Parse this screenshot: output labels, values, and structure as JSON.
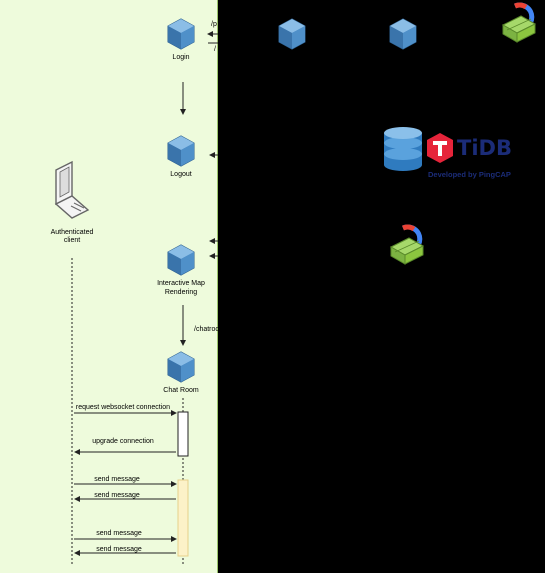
{
  "nodes": {
    "login": "Login",
    "logout": "Logout",
    "map": [
      "Interactive Map",
      "Rendering"
    ],
    "chat": "Chat Room",
    "client": [
      "Authenticated",
      "client"
    ]
  },
  "edges": {
    "login_top_partial": "/p",
    "login_bottom_partial": "/",
    "chatroom_partial": "/chatroo"
  },
  "messages": {
    "request_ws": "request websocket connection",
    "upgrade": "upgrade connection",
    "send1": "send message",
    "send2": "send message",
    "send3": "send message",
    "send4": "send message"
  },
  "logo": {
    "tidb_text": "TiDB",
    "tidb_sub": "Developed by PingCAP"
  },
  "colors": {
    "panel": "#eefbdc",
    "cube": "#4a8cc7",
    "db": "#2f7bbf",
    "tidb_red": "#e6243a",
    "tidb_blue": "#1b2c78",
    "gcp_green": "#8cc63f"
  }
}
